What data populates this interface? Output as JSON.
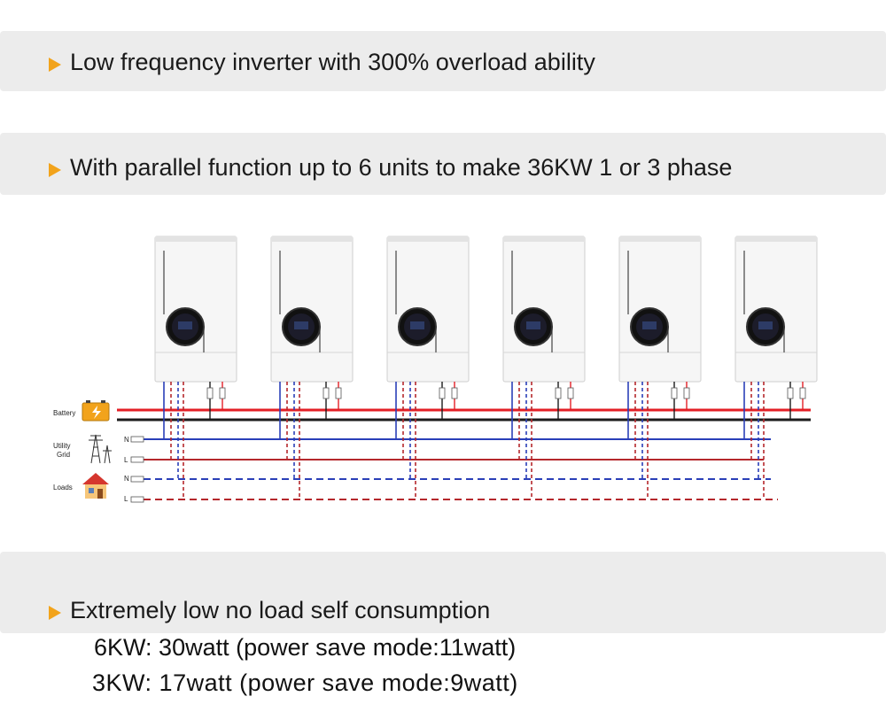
{
  "features": [
    "Low frequency inverter with 300% overload ability",
    "With parallel function up to 6 units to make 36KW 1 or 3 phase",
    "Extremely low no load self consumption"
  ],
  "specs": [
    {
      "model": "6KW:",
      "consumption": "30watt",
      "save_mode": "(power save mode:11watt)"
    },
    {
      "model": "3KW:",
      "consumption": "17watt",
      "save_mode": "(power save mode:9watt)"
    }
  ],
  "diagram": {
    "unit_count": 6,
    "labels": {
      "battery": "Battery",
      "utility": "Utility",
      "grid": "Grid",
      "loads": "Loads",
      "n": "N",
      "l": "L"
    },
    "colors": {
      "battery_pos": "#e31f26",
      "battery_neg": "#1b1b1b",
      "neutral": "#2a3fb8",
      "line": "#b5282c",
      "accent": "#f2a31b"
    }
  }
}
